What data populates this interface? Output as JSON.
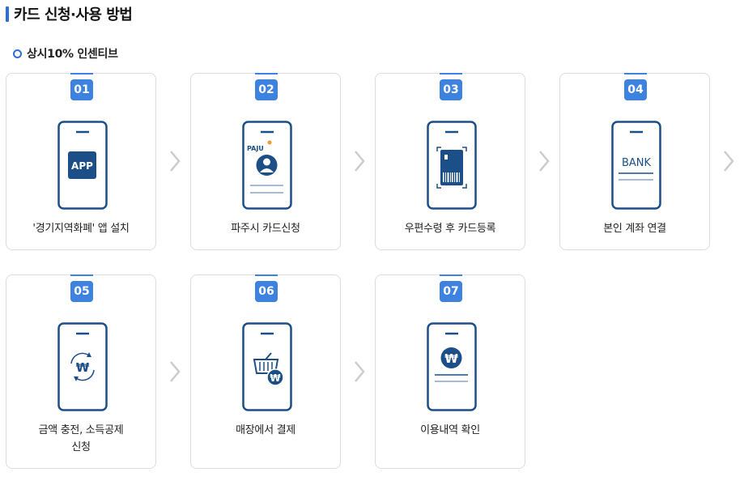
{
  "section": {
    "title": "카드 신청·사용 방법",
    "subtitle": "상시10% 인센티브"
  },
  "steps": [
    {
      "number": "01",
      "label": "'경기지역화폐' 앱 설치",
      "icon": "app-phone-icon",
      "app_text": "APP"
    },
    {
      "number": "02",
      "label": "파주시 카드신청",
      "icon": "card-phone-icon",
      "card_brand": "PAJU"
    },
    {
      "number": "03",
      "label": "우편수령 후 카드등록",
      "icon": "scan-card-phone-icon"
    },
    {
      "number": "04",
      "label": "본인 계좌 연결",
      "icon": "bank-phone-icon",
      "bank_text": "BANK"
    },
    {
      "number": "05",
      "label": "금액 충전, 소득공제 신청",
      "icon": "charge-phone-icon",
      "currency": "₩"
    },
    {
      "number": "06",
      "label": "매장에서 결제",
      "icon": "basket-phone-icon",
      "currency": "₩"
    },
    {
      "number": "07",
      "label": "이용내역 확인",
      "icon": "history-phone-icon",
      "currency": "₩"
    }
  ],
  "colors": {
    "accent": "#3e82e0",
    "navy": "#1c4f87",
    "title_bar": "#2d6fd8",
    "arrow": "#cccccc",
    "border": "#dcdcdc"
  }
}
